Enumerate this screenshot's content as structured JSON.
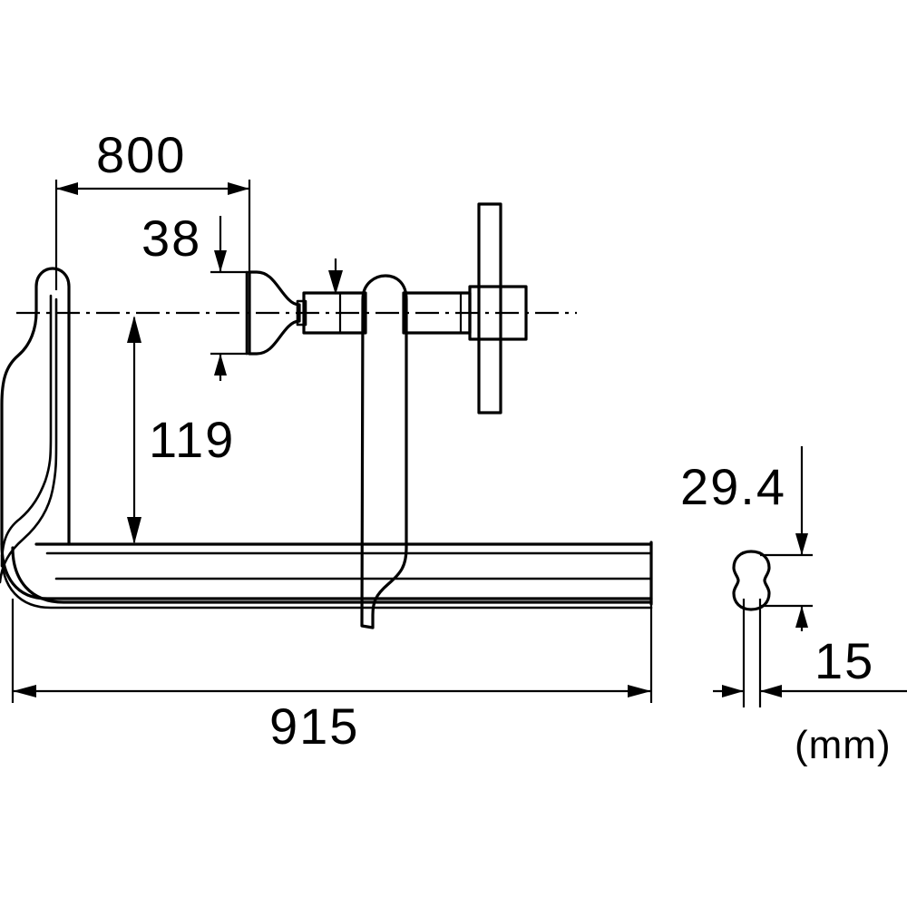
{
  "drawing": {
    "title": "F-clamp technical dimension drawing",
    "units_label": "(mm)",
    "line_color": "#000000",
    "background_color": "#ffffff",
    "dimensions": {
      "throat_depth": "800",
      "pad_diameter": "38",
      "jaw_height": "119",
      "overall_length": "915",
      "rail_height": "29.4",
      "rail_width": "15"
    },
    "views": {
      "side_view_name": "side-elevation-view",
      "section_view_name": "rail-cross-section-view"
    },
    "parts": {
      "fixed_jaw": "fixed-hook-jaw",
      "sliding_jaw": "sliding-jaw-body",
      "rail": "i-beam-rail",
      "screw": "clamping-screw",
      "swivel_pad": "swivel-pressure-pad",
      "tee_handle": "tee-handle-bar",
      "collar": "screw-collar-block",
      "section_profile": "rail-dogbone-profile"
    }
  }
}
